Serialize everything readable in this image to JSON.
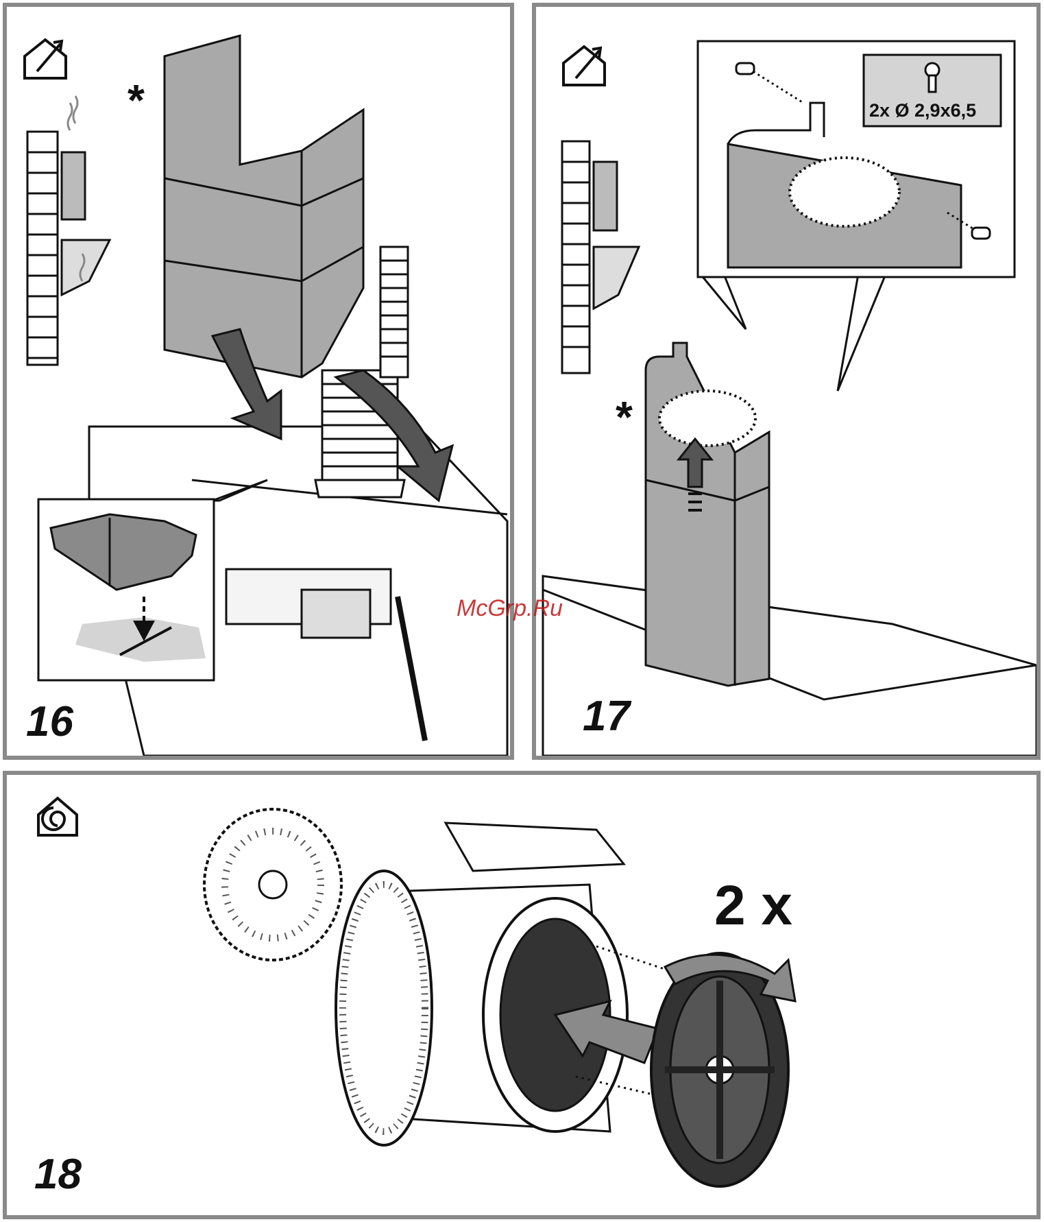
{
  "steps": [
    {
      "number": "16",
      "note_marker": "*",
      "icon": "duct-out-icon"
    },
    {
      "number": "17",
      "note_marker": "*",
      "icon": "duct-out-icon",
      "screw_spec": "2x Ø 2,9x6,5"
    },
    {
      "number": "18",
      "icon": "recirculation-icon",
      "quantity": "2 x"
    }
  ],
  "watermark": "McGrp.Ru",
  "colors": {
    "chimney_grey": "#a9a9a9",
    "border_grey": "#8a8a8a",
    "watermark": "#c01818",
    "filter_dark": "#555555"
  }
}
